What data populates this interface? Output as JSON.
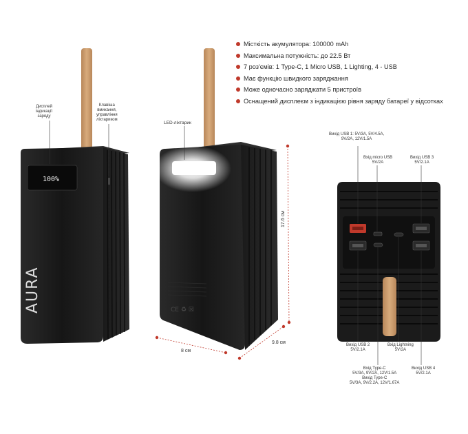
{
  "features": [
    "Місткість акумулятора: 100000 mAh",
    "Максимальна потужність: до 22.5 Вт",
    "7 роз'ємів: 1 Type-C, 1 Micro USB,  1 Lighting, 4 - USB",
    "Має функцію швидкого заряджання",
    "Може одночасно заряджати 5 пристроїв",
    "Оснащений дисплеєм з індикацією рівня заряду батареї у відсотках"
  ],
  "device1": {
    "label_display": [
      "Дисплей",
      "індикації",
      "заряду"
    ],
    "label_button": [
      "Клавіша",
      "вмикання,",
      "управління",
      "ліхтариком"
    ],
    "display_value": "100%",
    "logo_text": "AURA"
  },
  "device2": {
    "label_led": "LED-ліхтарик",
    "height_label": "17.6 см",
    "width_label": "8 см",
    "depth_label": "9.8 см",
    "cert_marks": "CE ♻ ☒"
  },
  "ports": {
    "usb1": [
      "Вихід USB 1: 5V/3A, 5V/4.5A,",
      "9V/2A, 12V/1.5A"
    ],
    "micro": [
      "Вхід micro USB",
      "5V/2A"
    ],
    "usb3": [
      "Вихід USB 3",
      "5V/2.1A"
    ],
    "usb2": [
      "Вихід USB 2",
      "5V/2.1A"
    ],
    "lightning": [
      "Вхід Lightning",
      "5V/2A"
    ],
    "typec": [
      "Вхід Type-C",
      "5V/3A, 9V/2A, 12V/1.5A",
      "Вихід Type-C",
      "5V/3A, 9V/2.2A, 12V/1.67A"
    ],
    "usb4": [
      "Вихід USB 4",
      "5V/2.1A"
    ]
  },
  "colors": {
    "accent": "#c0392b",
    "body": "#1c1c1c",
    "strap": "#c99a6b",
    "usb_red": "#c0392b",
    "display_glow": "#ffffff"
  }
}
